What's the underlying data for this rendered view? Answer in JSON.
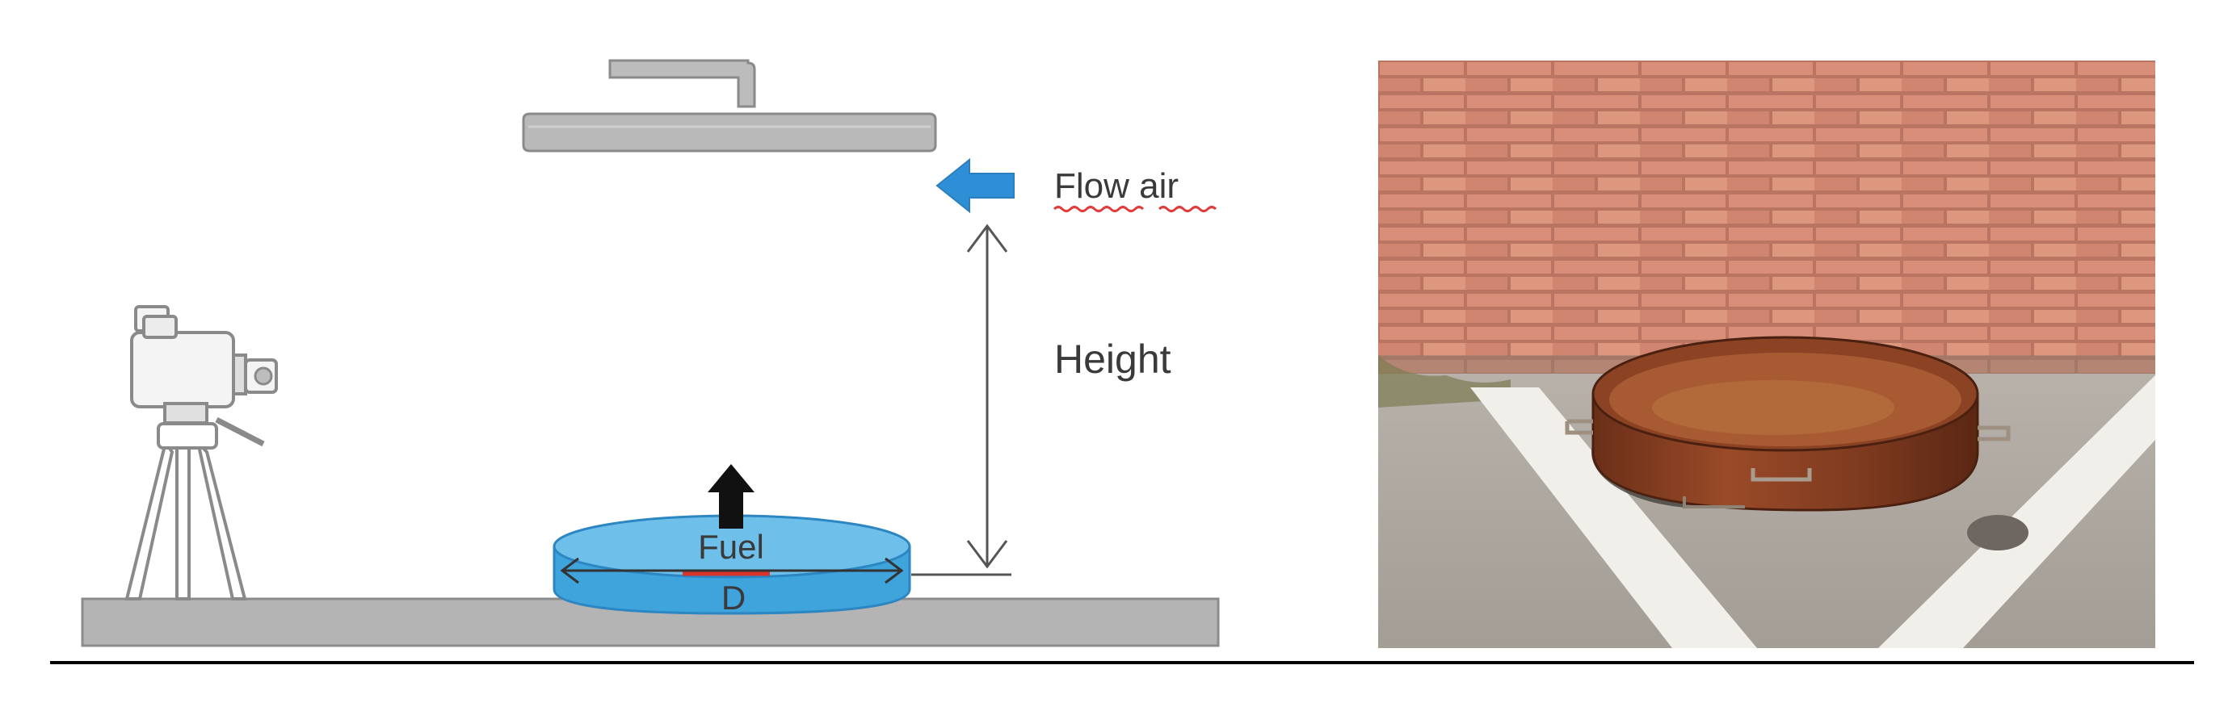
{
  "diagram": {
    "labels": {
      "flow_air": "Flow air",
      "height": "Height",
      "fuel": "Fuel",
      "diameter": "D"
    },
    "colors": {
      "ground": "#b4b4b4",
      "ground_stroke": "#8c8c8c",
      "hood": "#b9b9b9",
      "pan_fill": "#3fa3dc",
      "pan_top": "#6ec0ea",
      "arrow_blue": "#2e8fd6",
      "text": "#3a3a3a",
      "spellcheck_underline": "#e23b3b",
      "bottom_rule": "#000000"
    },
    "icons": [
      "camera-icon",
      "tripod-icon",
      "hood-icon",
      "flow-arrow-icon",
      "height-arrow-icon",
      "fuel-flow-arrow-icon"
    ]
  },
  "photo": {
    "subject": "rusted steel pan in front of brick wall"
  }
}
